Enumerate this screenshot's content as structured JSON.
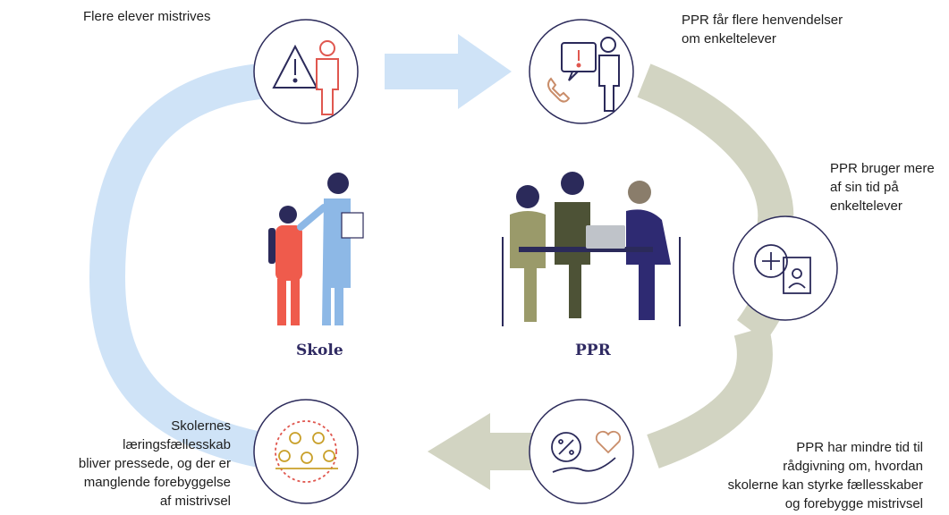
{
  "steps": [
    {
      "icon": "warning-person-icon",
      "lines": [
        "Flere elever mistrives"
      ]
    },
    {
      "icon": "phone-inquiry-icon",
      "lines": [
        "PPR får flere henvendelser",
        "om enkeltelever"
      ]
    },
    {
      "icon": "case-file-icon",
      "lines": [
        "PPR bruger mere",
        "af sin tid på",
        "enkeltelever"
      ]
    },
    {
      "icon": "advice-heart-hand-icon",
      "lines": [
        "PPR har mindre tid til",
        "rådgivning om, hvordan",
        "skolerne kan styrke fællesskaber",
        "og forebygge mistrivsel"
      ]
    },
    {
      "icon": "classroom-community-icon",
      "lines": [
        "Skolernes",
        "læringsfællesskab",
        "bliver pressede, og der er",
        "manglende forebyggelse",
        "af mistrivsel"
      ]
    }
  ],
  "groups": {
    "school": {
      "label": "Skole",
      "icon": "teacher-and-child-icon"
    },
    "ppr": {
      "label": "PPR",
      "icon": "meeting-at-table-icon"
    }
  },
  "colors": {
    "school_loop": "#cfe3f7",
    "ppr_loop": "#d2d4c2",
    "circle_border": "#2b2a5a",
    "caption": "#2f2a62",
    "warning": "#e0574f",
    "heart": "#c98d6a",
    "classroom": "#c9a02a",
    "child": "#ef5b4c",
    "teacher": "#8db8e6",
    "ppr_olive": "#9a9a6a",
    "ppr_dark": "#4d5236",
    "ppr_navy": "#2e2a72"
  }
}
